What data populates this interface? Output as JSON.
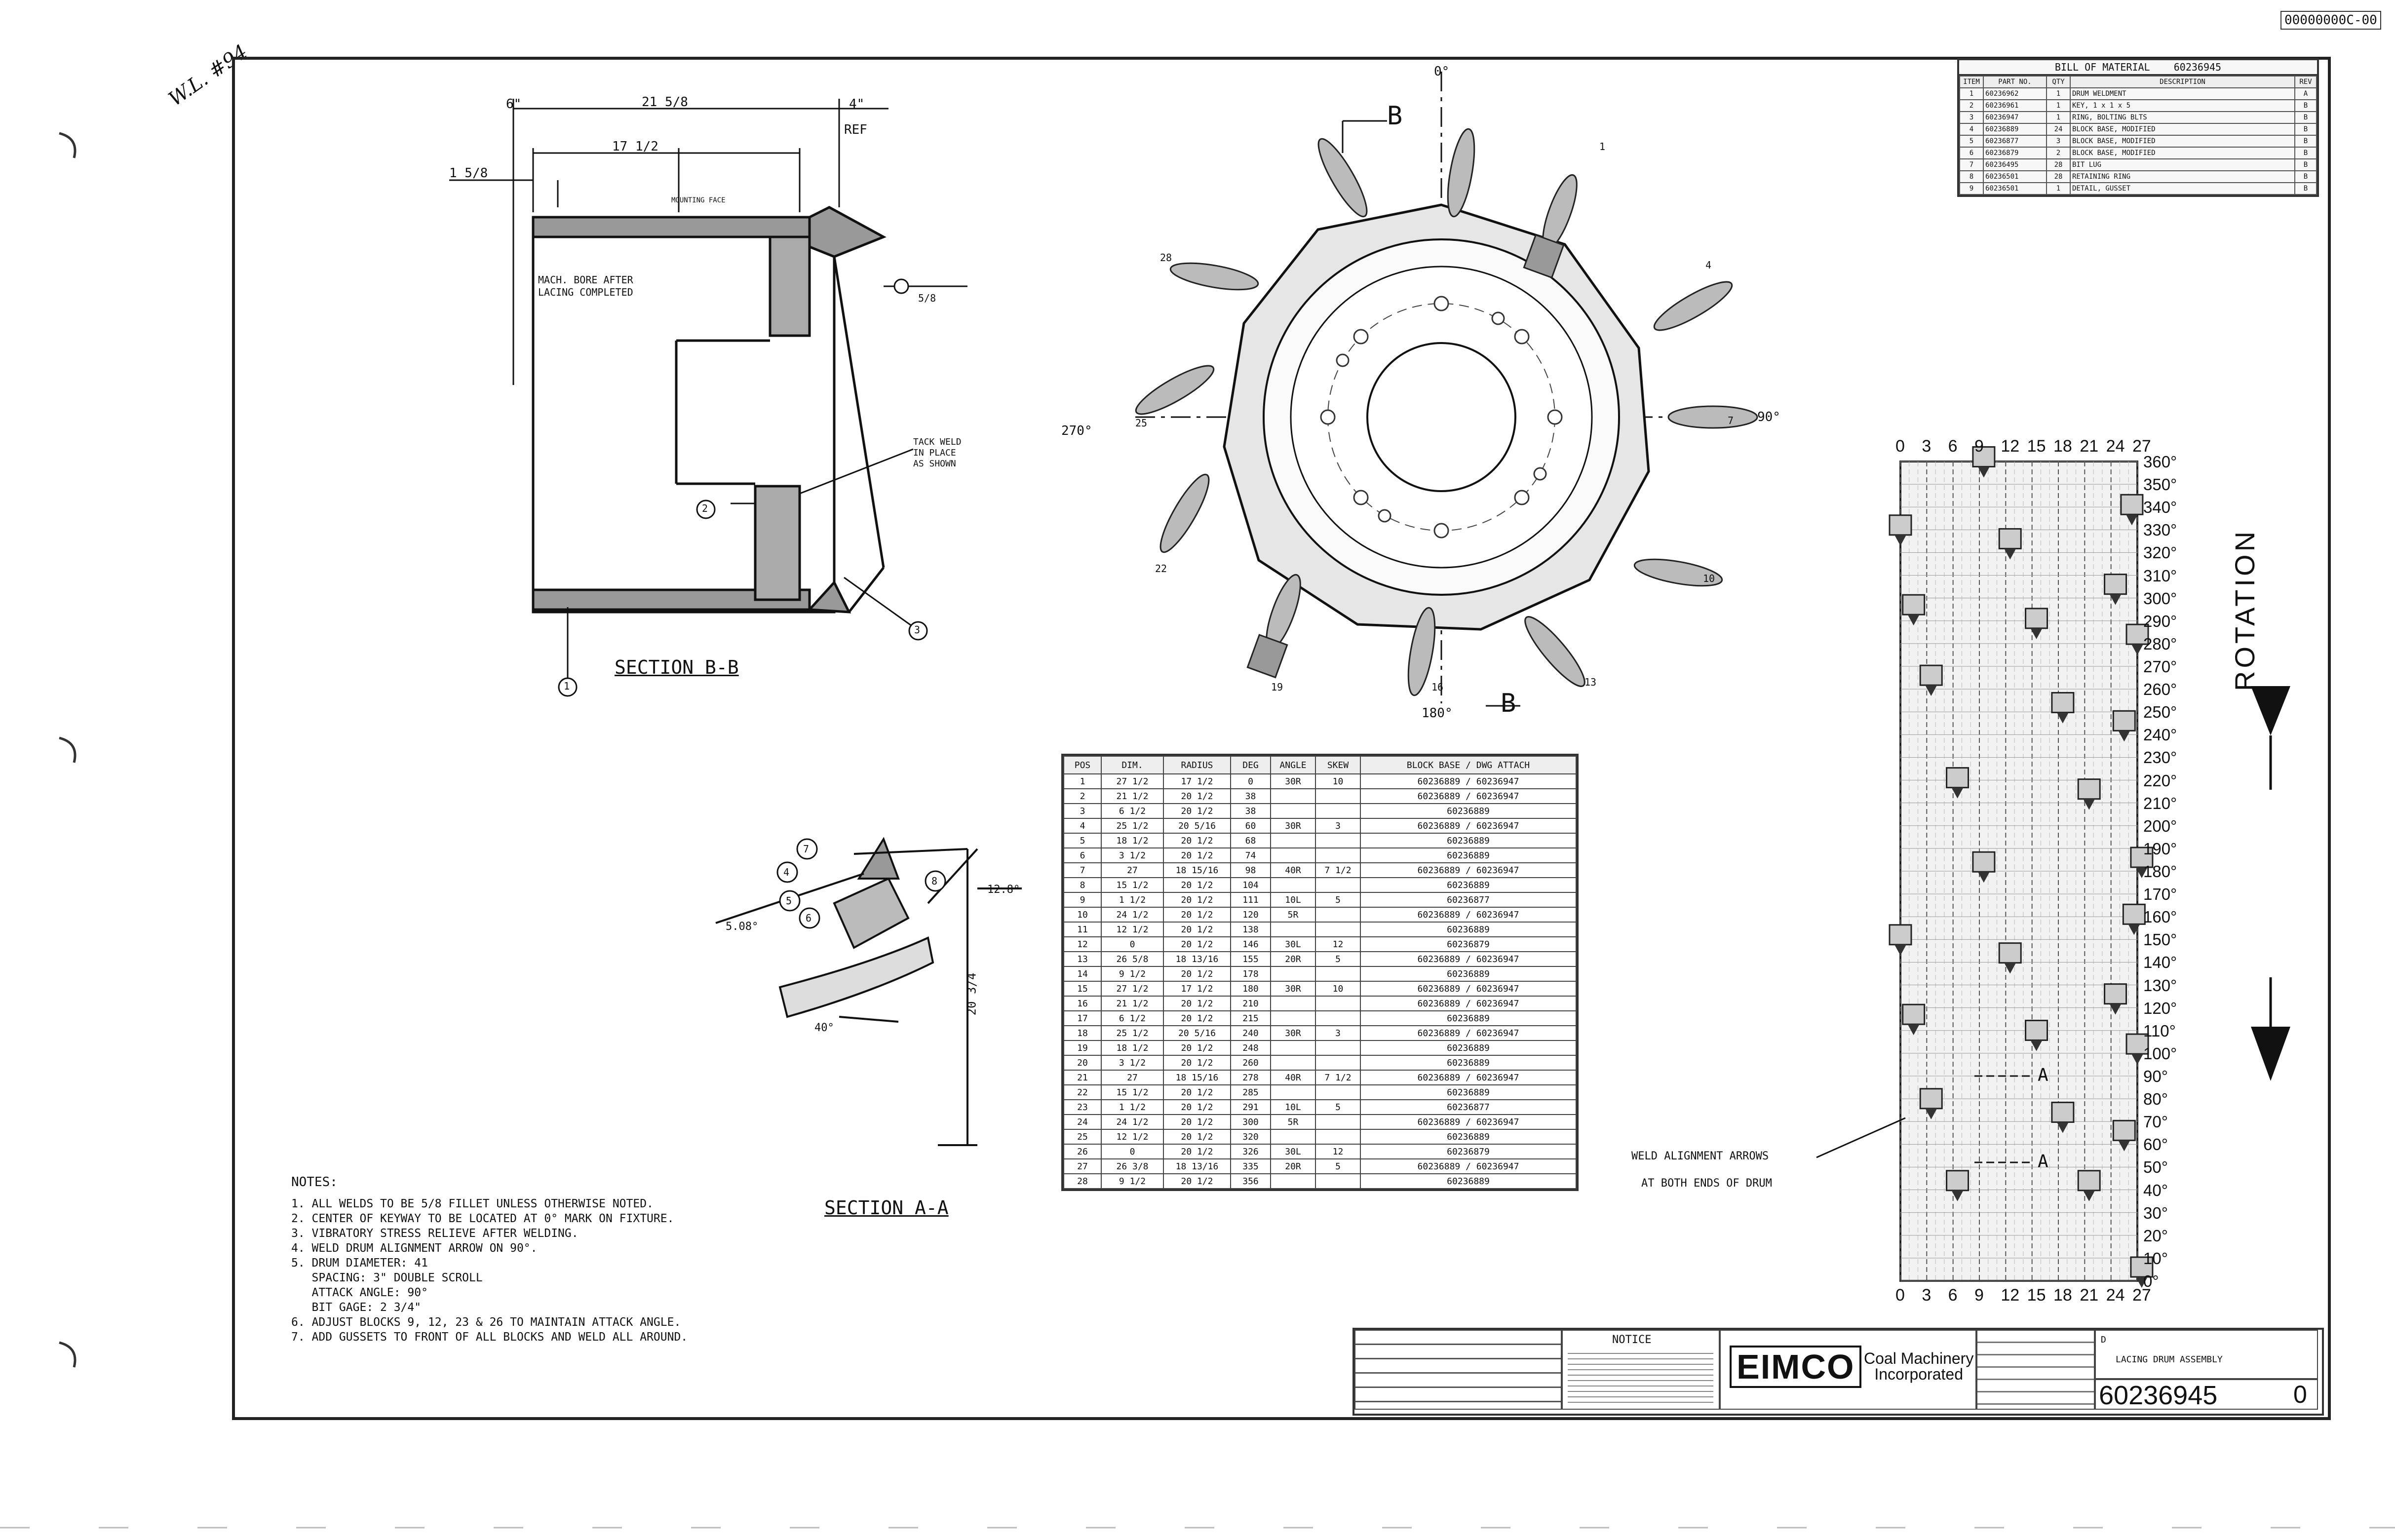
{
  "stamp": "00000000C-00",
  "handwritten_note": "W.L. #94",
  "section_b": {
    "title": "SECTION B-B",
    "dim_overall": "21 5/8",
    "dim_inner": "17 1/2",
    "dim_left": "1 5/8",
    "dim_ref": "4\"",
    "ref_label": "REF",
    "dim_top": "6\"",
    "mounting_label": "MOUNTING FACE",
    "mach_note_1": "MACH. BORE AFTER",
    "mach_note_2": "LACING COMPLETED",
    "weld_size": "5/8",
    "tack_note_1": "TACK WELD",
    "tack_note_2": "IN PLACE",
    "tack_note_3": "AS SHOWN",
    "balloon_2": "2",
    "balloon_3": "3",
    "balloon_1": "1"
  },
  "front_view": {
    "deg_0": "0°",
    "deg_90": "90°",
    "deg_180": "180°",
    "deg_270": "270°",
    "section_marker": "B",
    "bit_labels": [
      "1",
      "4",
      "7",
      "10",
      "13",
      "16",
      "19",
      "22",
      "25",
      "28"
    ]
  },
  "section_a": {
    "title": "SECTION A-A",
    "angle_1": "12.8°",
    "angle_2": "5.08°",
    "angle_3": "40°",
    "dim_vertical": "20 3/4",
    "balloons": [
      "7",
      "4",
      "5",
      "6",
      "8"
    ]
  },
  "bom": {
    "title": "BILL OF MATERIAL",
    "part_ref": "60236945",
    "headers": [
      "ITEM",
      "PART NO.",
      "QTY",
      "DESCRIPTION",
      "REV"
    ],
    "rows": [
      [
        "1",
        "60236962",
        "1",
        "DRUM WELDMENT",
        "A"
      ],
      [
        "2",
        "60236961",
        "1",
        "KEY, 1 x 1 x 5",
        "B"
      ],
      [
        "3",
        "60236947",
        "1",
        "RING, BOLTING BLTS",
        "B"
      ],
      [
        "4",
        "60236889",
        "24",
        "BLOCK BASE, MODIFIED",
        "B"
      ],
      [
        "5",
        "60236877",
        "3",
        "BLOCK BASE, MODIFIED",
        "B"
      ],
      [
        "6",
        "60236879",
        "2",
        "BLOCK BASE, MODIFIED",
        "B"
      ],
      [
        "7",
        "60236495",
        "28",
        "BIT LUG",
        "B"
      ],
      [
        "8",
        "60236501",
        "28",
        "RETAINING RING",
        "B"
      ],
      [
        "9",
        "60236501",
        "1",
        "DETAIL, GUSSET",
        "B"
      ]
    ]
  },
  "bit_table": {
    "headers": [
      "POS",
      "DIM.",
      "RADIUS",
      "DEG",
      "ANGLE",
      "SKEW",
      "BLOCK BASE / DWG ATTACH"
    ],
    "rows": [
      [
        "1",
        "27 1/2",
        "17 1/2",
        "0",
        "30R",
        "10",
        "60236889 / 60236947"
      ],
      [
        "2",
        "21 1/2",
        "20 1/2",
        "38",
        "",
        "",
        "60236889 / 60236947"
      ],
      [
        "3",
        "6 1/2",
        "20 1/2",
        "38",
        "",
        "",
        "60236889"
      ],
      [
        "4",
        "25 1/2",
        "20 5/16",
        "60",
        "30R",
        "3",
        "60236889 / 60236947"
      ],
      [
        "5",
        "18 1/2",
        "20 1/2",
        "68",
        "",
        "",
        "60236889"
      ],
      [
        "6",
        "3 1/2",
        "20 1/2",
        "74",
        "",
        "",
        "60236889"
      ],
      [
        "7",
        "27",
        "18 15/16",
        "98",
        "40R",
        "7 1/2",
        "60236889 / 60236947"
      ],
      [
        "8",
        "15 1/2",
        "20 1/2",
        "104",
        "",
        "",
        "60236889"
      ],
      [
        "9",
        "1 1/2",
        "20 1/2",
        "111",
        "10L",
        "5",
        "60236877"
      ],
      [
        "10",
        "24 1/2",
        "20 1/2",
        "120",
        "5R",
        "",
        "60236889 / 60236947"
      ],
      [
        "11",
        "12 1/2",
        "20 1/2",
        "138",
        "",
        "",
        "60236889"
      ],
      [
        "12",
        "0",
        "20 1/2",
        "146",
        "30L",
        "12",
        "60236879"
      ],
      [
        "13",
        "26 5/8",
        "18 13/16",
        "155",
        "20R",
        "5",
        "60236889 / 60236947"
      ],
      [
        "14",
        "9 1/2",
        "20 1/2",
        "178",
        "",
        "",
        "60236889"
      ],
      [
        "15",
        "27 1/2",
        "17 1/2",
        "180",
        "30R",
        "10",
        "60236889 / 60236947"
      ],
      [
        "16",
        "21 1/2",
        "20 1/2",
        "210",
        "",
        "",
        "60236889 / 60236947"
      ],
      [
        "17",
        "6 1/2",
        "20 1/2",
        "215",
        "",
        "",
        "60236889"
      ],
      [
        "18",
        "25 1/2",
        "20 5/16",
        "240",
        "30R",
        "3",
        "60236889 / 60236947"
      ],
      [
        "19",
        "18 1/2",
        "20 1/2",
        "248",
        "",
        "",
        "60236889"
      ],
      [
        "20",
        "3 1/2",
        "20 1/2",
        "260",
        "",
        "",
        "60236889"
      ],
      [
        "21",
        "27",
        "18 15/16",
        "278",
        "40R",
        "7 1/2",
        "60236889 / 60236947"
      ],
      [
        "22",
        "15 1/2",
        "20 1/2",
        "285",
        "",
        "",
        "60236889"
      ],
      [
        "23",
        "1 1/2",
        "20 1/2",
        "291",
        "10L",
        "5",
        "60236877"
      ],
      [
        "24",
        "24 1/2",
        "20 1/2",
        "300",
        "5R",
        "",
        "60236889 / 60236947"
      ],
      [
        "25",
        "12 1/2",
        "20 1/2",
        "320",
        "",
        "",
        "60236889"
      ],
      [
        "26",
        "0",
        "20 1/2",
        "326",
        "30L",
        "12",
        "60236879"
      ],
      [
        "27",
        "26 3/8",
        "18 13/16",
        "335",
        "20R",
        "5",
        "60236889 / 60236947"
      ],
      [
        "28",
        "9 1/2",
        "20 1/2",
        "356",
        "",
        "",
        "60236889"
      ]
    ]
  },
  "notes": {
    "heading": "NOTES:",
    "lines": [
      "1. ALL WELDS TO BE 5/8 FILLET UNLESS OTHERWISE NOTED.",
      "2. CENTER OF KEYWAY TO BE LOCATED AT 0° MARK ON FIXTURE.",
      "3. VIBRATORY STRESS RELIEVE AFTER WELDING.",
      "4. WELD DRUM ALIGNMENT ARROW ON 90°.",
      "5. DRUM DIAMETER: 41",
      "   SPACING: 3\" DOUBLE SCROLL",
      "   ATTACK ANGLE: 90°",
      "   BIT GAGE: 2 3/4\"",
      "6. ADJUST BLOCKS 9, 12, 23 & 26 TO MAINTAIN ATTACK ANGLE.",
      "7. ADD GUSSETS TO FRONT OF ALL BLOCKS AND WELD ALL AROUND."
    ]
  },
  "lacing_chart": {
    "x_ticks": [
      "0",
      "3",
      "6",
      "9",
      "12",
      "15",
      "18",
      "21",
      "24",
      "27"
    ],
    "y_ticks": [
      "360°",
      "350°",
      "340°",
      "330°",
      "320°",
      "310°",
      "300°",
      "290°",
      "280°",
      "270°",
      "260°",
      "250°",
      "240°",
      "230°",
      "220°",
      "210°",
      "200°",
      "190°",
      "180°",
      "170°",
      "160°",
      "150°",
      "140°",
      "130°",
      "120°",
      "110°",
      "100°",
      "90°",
      "80°",
      "70°",
      "60°",
      "50°",
      "40°",
      "30°",
      "20°",
      "10°",
      "0°"
    ],
    "rotation_label": "ROTATION",
    "section_marker": "A",
    "weld_note_1": "WELD ALIGNMENT ARROWS",
    "weld_note_2": "AT BOTH ENDS OF DRUM"
  },
  "title_block": {
    "notice_heading": "NOTICE",
    "logo": "EIMCO",
    "company_1": "Coal Machinery",
    "company_2": "Incorporated",
    "drawing_number": "60236945",
    "revision": "0",
    "size": "D",
    "drawing_title": "LACING DRUM ASSEMBLY"
  }
}
